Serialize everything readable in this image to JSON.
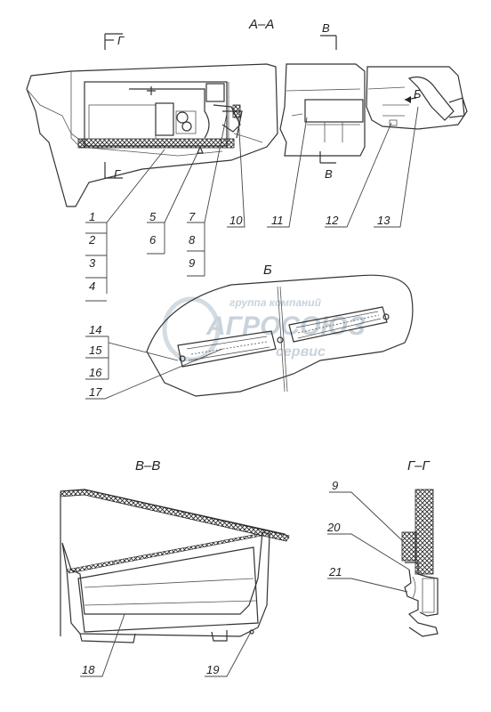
{
  "views": {
    "section_aa": "А–А",
    "section_g_marker_top": "Г",
    "section_g_marker_bottom": "Г",
    "section_v_marker_top": "В",
    "section_v_marker_bottom": "В",
    "section_b_arrow": "Б",
    "view_b": "Б",
    "section_vv": "В–В",
    "section_gg": "Г–Г"
  },
  "watermark": {
    "line1": "группа компаний",
    "line2": "АГРОСОЮЗ",
    "line3": "сервис"
  },
  "callouts": {
    "n1": "1",
    "n2": "2",
    "n3": "3",
    "n4": "4",
    "n5": "5",
    "n6": "6",
    "n7": "7",
    "n8": "8",
    "n9": "9",
    "n10": "10",
    "n11": "11",
    "n12": "12",
    "n13": "13",
    "n14": "14",
    "n15": "15",
    "n16": "16",
    "n17": "17",
    "n18": "18",
    "n19": "19",
    "n9b": "9",
    "n20": "20",
    "n21": "21"
  }
}
